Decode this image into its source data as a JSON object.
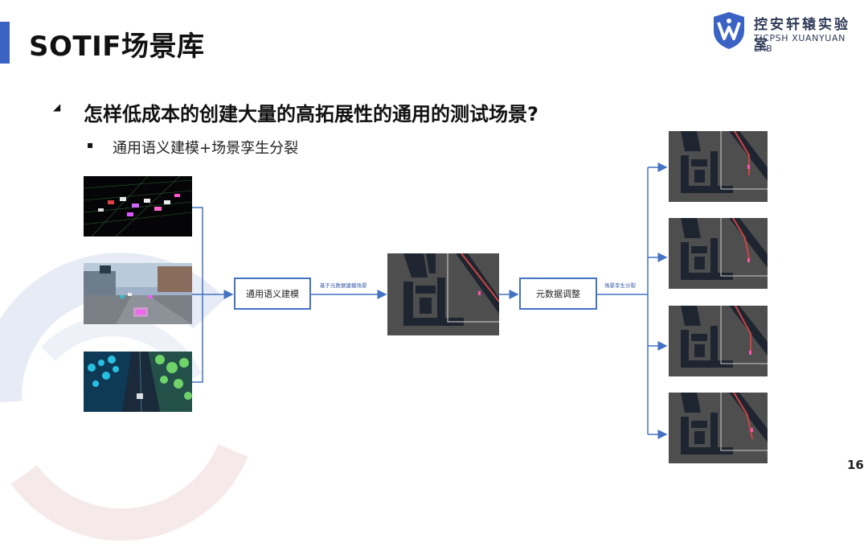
{
  "page": {
    "title": "SOTIF场景库",
    "page_number": "16"
  },
  "logo": {
    "name_cn": "控安轩辕实验室",
    "name_en": "TICPSH XUANYUAN LAB"
  },
  "content": {
    "heading": "怎样低成本的创建大量的高拓展性的通用的测试场景?",
    "subbullet": "通用语义建模+场景孪生分裂"
  },
  "flow": {
    "step1_label": "通用语义建模",
    "step2_label": "元数据调整",
    "arrow1_label": "基于元数据建模场景",
    "arrow2_label": "场景孪生分裂"
  },
  "colors": {
    "accent": "#3b63c4",
    "flow_blue": "#4472c4",
    "map_bg": "#4e4e4e"
  },
  "icons": {
    "level1_bullet": "triangle",
    "level2_bullet": "square"
  }
}
